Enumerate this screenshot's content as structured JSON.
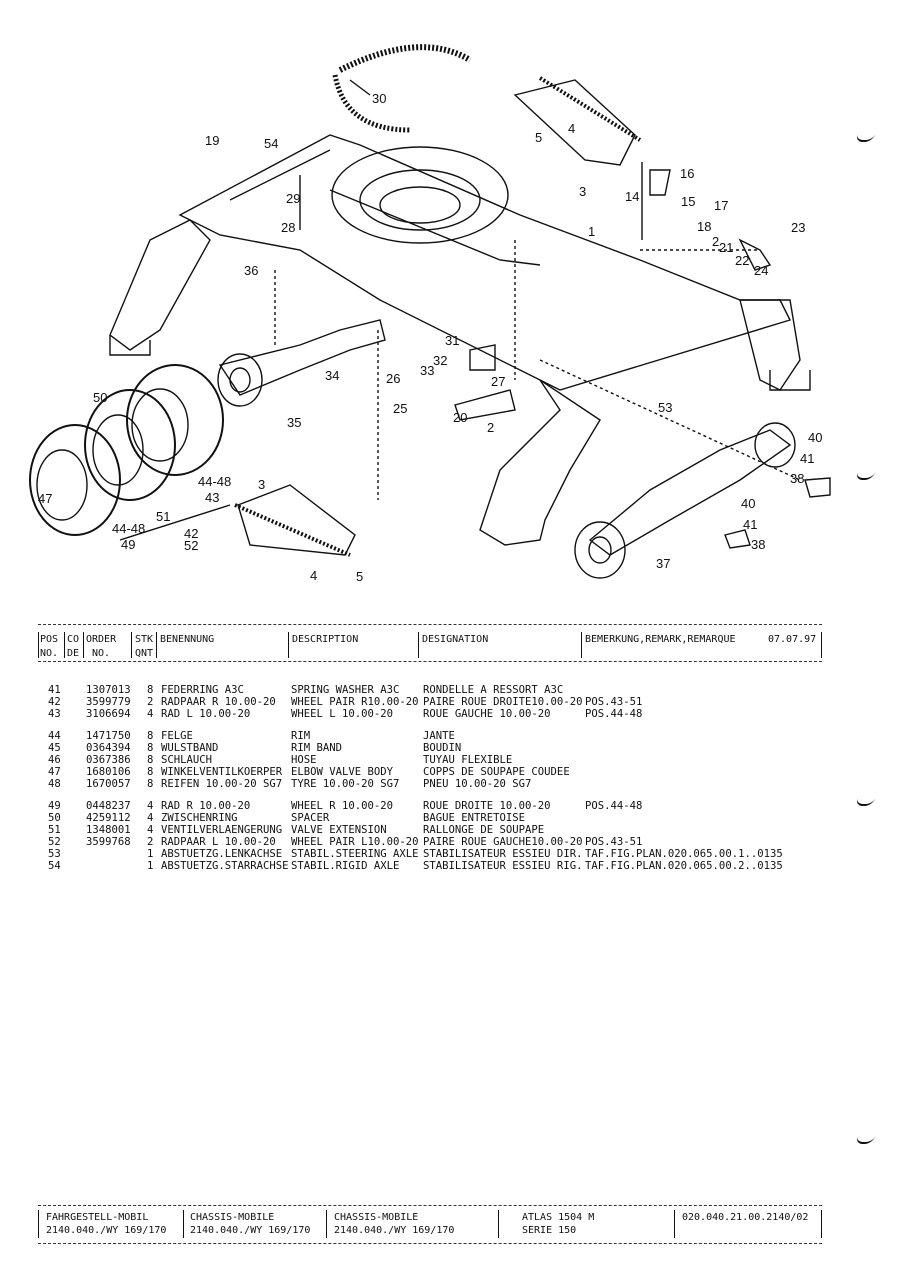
{
  "diagram": {
    "callouts": [
      "30",
      "19",
      "54",
      "4",
      "5",
      "3",
      "16",
      "14",
      "15",
      "17",
      "29",
      "28",
      "18",
      "2",
      "21",
      "22",
      "23",
      "24",
      "36",
      "1",
      "31",
      "32",
      "33",
      "26",
      "34",
      "27",
      "25",
      "20",
      "2",
      "53",
      "50",
      "35",
      "40",
      "41",
      "38",
      "44-48",
      "43",
      "3",
      "47",
      "51",
      "44-48",
      "42",
      "52",
      "49",
      "40",
      "41",
      "38",
      "37",
      "4",
      "5"
    ]
  },
  "header": {
    "pos": [
      "POS",
      "NO."
    ],
    "co": [
      "CO",
      "DE"
    ],
    "order": [
      "ORDER",
      "NO."
    ],
    "stk": [
      "STK",
      "QNT"
    ],
    "benennung": "BENENNUNG",
    "description": "DESCRIPTION",
    "designation": "DESIGNATION",
    "remark": "BEMERKUNG,REMARK,REMARQUE",
    "date": "07.07.97"
  },
  "parts": [
    [
      {
        "pos": "41",
        "order": "1307013",
        "qty": "8",
        "ben": "FEDERRING A3C",
        "desc": "SPRING WASHER A3C",
        "desig": "RONDELLE A RESSORT A3C",
        "rem": ""
      },
      {
        "pos": "42",
        "order": "3599779",
        "qty": "2",
        "ben": "RADPAAR R 10.00-20",
        "desc": "WHEEL PAIR R10.00-20",
        "desig": "PAIRE ROUE DROITE10.00-20",
        "rem": "POS.43-51"
      },
      {
        "pos": "43",
        "order": "3106694",
        "qty": "4",
        "ben": "RAD L 10.00-20",
        "desc": "WHEEL L 10.00-20",
        "desig": "ROUE GAUCHE 10.00-20",
        "rem": "POS.44-48"
      }
    ],
    [
      {
        "pos": "44",
        "order": "1471750",
        "qty": "8",
        "ben": "FELGE",
        "desc": "RIM",
        "desig": "JANTE",
        "rem": ""
      },
      {
        "pos": "45",
        "order": "0364394",
        "qty": "8",
        "ben": "WULSTBAND",
        "desc": "RIM BAND",
        "desig": "BOUDIN",
        "rem": ""
      },
      {
        "pos": "46",
        "order": "0367386",
        "qty": "8",
        "ben": "SCHLAUCH",
        "desc": "HOSE",
        "desig": "TUYAU FLEXIBLE",
        "rem": ""
      },
      {
        "pos": "47",
        "order": "1680106",
        "qty": "8",
        "ben": "WINKELVENTILKOERPER",
        "desc": "ELBOW VALVE BODY",
        "desig": "COPPS DE SOUPAPE COUDEE",
        "rem": ""
      },
      {
        "pos": "48",
        "order": "1670057",
        "qty": "8",
        "ben": "REIFEN 10.00-20  SG7",
        "desc": "TYRE 10.00-20  SG7",
        "desig": "PNEU 10.00-20  SG7",
        "rem": ""
      }
    ],
    [
      {
        "pos": "49",
        "order": "0448237",
        "qty": "4",
        "ben": "RAD R 10.00-20",
        "desc": "WHEEL R 10.00-20",
        "desig": "ROUE DROITE 10.00-20",
        "rem": "POS.44-48"
      },
      {
        "pos": "50",
        "order": "4259112",
        "qty": "4",
        "ben": "ZWISCHENRING",
        "desc": "SPACER",
        "desig": "BAGUE ENTRETOISE",
        "rem": ""
      },
      {
        "pos": "51",
        "order": "1348001",
        "qty": "4",
        "ben": "VENTILVERLAENGERUNG",
        "desc": "VALVE EXTENSION",
        "desig": "RALLONGE DE SOUPAPE",
        "rem": ""
      },
      {
        "pos": "52",
        "order": "3599768",
        "qty": "2",
        "ben": "RADPAAR L 10.00-20",
        "desc": "WHEEL PAIR L10.00-20",
        "desig": "PAIRE ROUE GAUCHE10.00-20",
        "rem": "POS.43-51"
      },
      {
        "pos": "53",
        "order": "",
        "qty": "1",
        "ben": "ABSTUETZG.LENKACHSE",
        "desc": "STABIL.STEERING AXLE",
        "desig": "STABILISATEUR ESSIEU DIR.",
        "rem": "TAF.FIG.PLAN.020.065.00.1..0135"
      },
      {
        "pos": "54",
        "order": "",
        "qty": "1",
        "ben": "ABSTUETZG.STARRACHSE",
        "desc": "STABIL.RIGID AXLE",
        "desig": "STABILISATEUR ESSIEU RIG.",
        "rem": "TAF.FIG.PLAN.020.065.00.2..0135"
      }
    ]
  ],
  "footer": {
    "c1": [
      "FAHRGESTELL-MOBIL",
      "2140.040./WY 169/170"
    ],
    "c2": [
      "CHASSIS-MOBILE",
      "2140.040./WY 169/170"
    ],
    "c3": [
      "CHASSIS-MOBILE",
      "2140.040./WY 169/170"
    ],
    "c4": [
      "ATLAS 1504 M",
      "SERIE 150"
    ],
    "c5": "020.040.21.00.2140/02"
  }
}
